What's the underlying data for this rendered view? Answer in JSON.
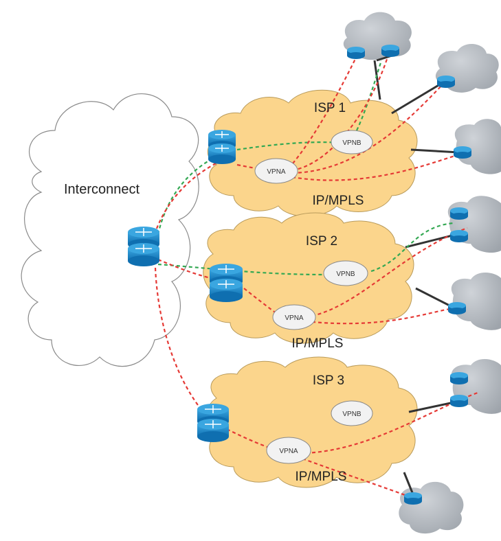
{
  "interconnect": {
    "label": "Interconnect"
  },
  "isps": [
    {
      "name": "ISP 1",
      "network": "IP/MPLS",
      "vpn_a": "VPNA",
      "vpn_b": "VPNB"
    },
    {
      "name": "ISP 2",
      "network": "IP/MPLS",
      "vpn_a": "VPNA",
      "vpn_b": "VPNB"
    },
    {
      "name": "ISP 3",
      "network": "IP/MPLS",
      "vpn_a": "VPNA",
      "vpn_b": "VPNB"
    }
  ],
  "colors": {
    "isp_cloud_fill": "#fbd58c",
    "isp_cloud_stroke": "#b89a5a",
    "customer_cloud_fill": "#b9bec4",
    "router_fill": "#1b87c9",
    "vpn_a_link": "#e53935",
    "vpn_b_link": "#34a853",
    "physical_link": "#333333"
  },
  "icons": [
    "router-icon",
    "router-stack-icon",
    "cloud-icon"
  ]
}
